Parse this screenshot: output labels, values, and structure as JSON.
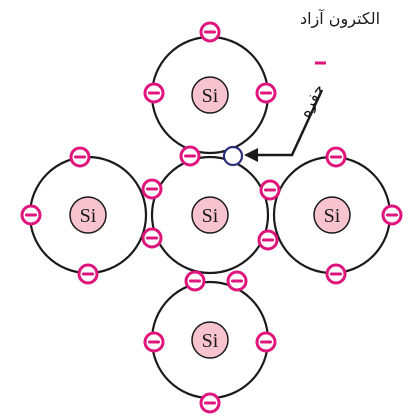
{
  "colors": {
    "electron": "#e0147d",
    "nucleus_fill": "#f7c3cf",
    "hole": "#2a2f7a"
  },
  "atoms": [
    {
      "id": "top",
      "label": "Si"
    },
    {
      "id": "left",
      "label": "Si"
    },
    {
      "id": "center",
      "label": "Si"
    },
    {
      "id": "right",
      "label": "Si"
    },
    {
      "id": "bottom",
      "label": "Si"
    }
  ],
  "annotations": {
    "free_electron": "الکترون آزاد",
    "hole": "حفره"
  }
}
